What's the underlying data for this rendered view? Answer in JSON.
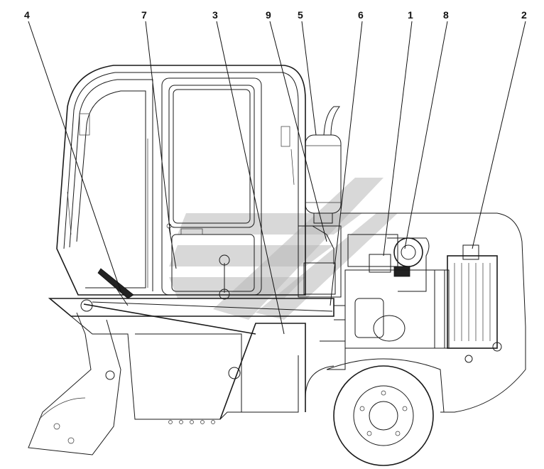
{
  "callouts": [
    {
      "label": "4"
    },
    {
      "label": "7"
    },
    {
      "label": "3"
    },
    {
      "label": "9"
    },
    {
      "label": "5"
    },
    {
      "label": "6"
    },
    {
      "label": "1"
    },
    {
      "label": "8"
    },
    {
      "label": "2"
    }
  ],
  "colors": {
    "line": "#1a1a1a",
    "watermark": "#b8b8b8",
    "background": "#ffffff"
  }
}
